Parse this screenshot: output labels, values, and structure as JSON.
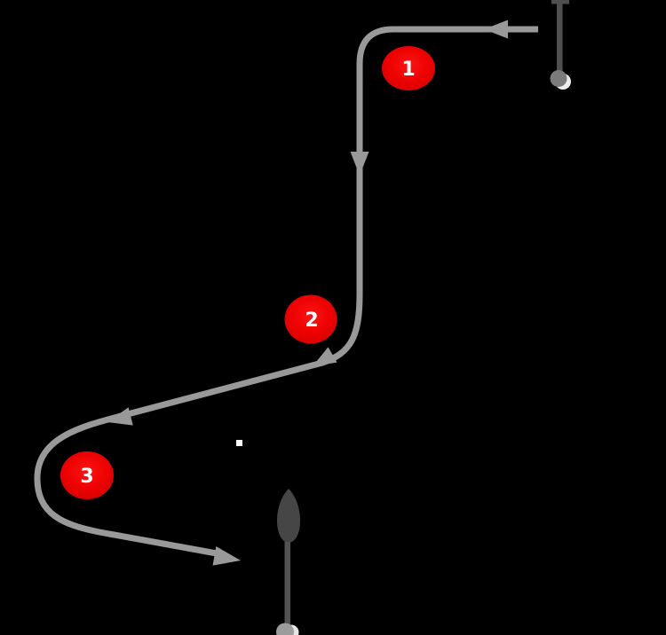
{
  "diagram": {
    "type": "course-route-diagram",
    "background_color": "#000000",
    "route": {
      "line_color": "#999999",
      "arrow_color": "#999999",
      "arrows": [
        {
          "icon": "arrow-left-icon",
          "direction": "left"
        },
        {
          "icon": "arrow-down-icon",
          "direction": "down"
        },
        {
          "icon": "arrow-down-left-icon",
          "direction": "down-left"
        },
        {
          "icon": "arrow-down-left-icon",
          "direction": "down-left"
        },
        {
          "icon": "arrow-down-right-icon",
          "direction": "down-right"
        }
      ]
    },
    "marks": [
      {
        "label": "1",
        "color": "#ee0000"
      },
      {
        "label": "2",
        "color": "#ee0000"
      },
      {
        "label": "3",
        "color": "#ee0000"
      }
    ],
    "start_marker": {
      "icon": "pole-buoy-icon",
      "pole_color": "#4f4f4f",
      "buoy_color": "#7b7b7b"
    },
    "finish_marker": {
      "icon": "boat-pole-buoy-icon",
      "hull_color": "#464646",
      "pole_color": "#525252",
      "buoy_color": "#9c9c9c"
    },
    "small_dot_color": "#fdfdfd"
  }
}
